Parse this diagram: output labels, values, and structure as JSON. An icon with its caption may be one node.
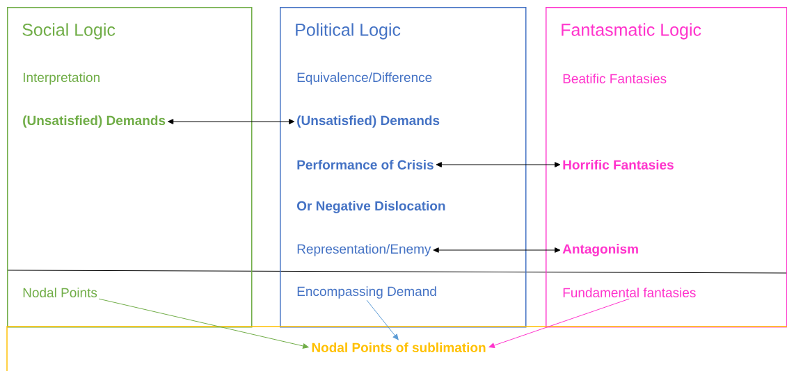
{
  "diagram": {
    "nodes": [
      {
        "text": [
          "Social Logic"
        ]
      },
      {
        "text": [
          "Interpretation"
        ],
        "in": 0
      },
      {
        "text": [
          "(Unsatisfied) Demands"
        ],
        "in": 0
      },
      {
        "text": [
          "Nodal Points"
        ],
        "in": 0
      },
      {
        "text": [
          "Political Logic"
        ]
      },
      {
        "text": [
          "Equivalence/Difference"
        ],
        "in": 4
      },
      {
        "text": [
          "(Unsatisfied) Demands"
        ],
        "in": 4
      },
      {
        "text": [
          "Performance of Crisis"
        ],
        "in": 4
      },
      {
        "text": [
          "Or Negative Dislocation"
        ],
        "in": 4
      },
      {
        "text": [
          "Representation/Enemy"
        ],
        "in": 4
      },
      {
        "text": [
          "Encompassing Demand"
        ],
        "in": 4
      },
      {
        "text": [
          "Fantasmatic Logic"
        ]
      },
      {
        "text": [
          "Beatific Fantasies"
        ],
        "in": 11
      },
      {
        "text": [
          "Horrific Fantasies"
        ],
        "in": 11
      },
      {
        "text": [
          "Antagonism"
        ],
        "in": 11
      },
      {
        "text": [
          "Fundamental fantasies"
        ],
        "in": 11
      },
      {
        "text": [
          "Nodal Points of sublimation"
        ]
      }
    ],
    "edges": [
      {
        "from": 2,
        "to": 6,
        "arrow": "both"
      },
      {
        "from": 7,
        "to": 13,
        "arrow": "both"
      },
      {
        "from": 9,
        "to": 14,
        "arrow": "both"
      },
      {
        "from": 3,
        "to": 16,
        "arrow": "to",
        "color": "#70ad47"
      },
      {
        "from": 10,
        "to": 16,
        "arrow": "to",
        "color": "#5b9bd5"
      },
      {
        "from": 15,
        "to": 16,
        "arrow": "to",
        "color": "#ff33cc"
      }
    ]
  }
}
